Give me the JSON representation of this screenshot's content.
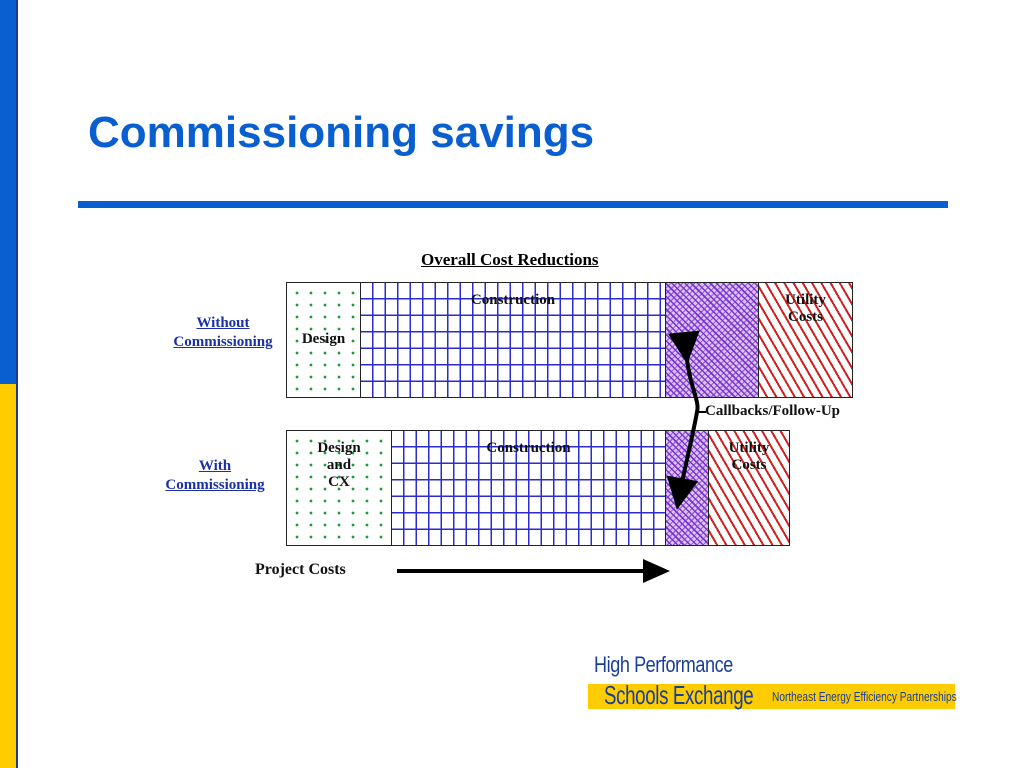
{
  "slide": {
    "title": "Commissioning savings"
  },
  "diagram": {
    "title": "Overall Cost Reductions",
    "rows": [
      {
        "label_lines": [
          "Without",
          "Commissioning"
        ],
        "segments": [
          {
            "name": "design",
            "label_lines": [
              "Design"
            ]
          },
          {
            "name": "construction",
            "label_lines": [
              "Construction"
            ]
          },
          {
            "name": "callbacks",
            "label_lines": []
          },
          {
            "name": "utility",
            "label_lines": [
              "Utility",
              "Costs"
            ]
          }
        ]
      },
      {
        "label_lines": [
          "With",
          "Commissioning"
        ],
        "segments": [
          {
            "name": "design",
            "label_lines": [
              "Design",
              "and",
              "CX"
            ]
          },
          {
            "name": "construction",
            "label_lines": [
              "Construction"
            ]
          },
          {
            "name": "callbacks",
            "label_lines": []
          },
          {
            "name": "utility",
            "label_lines": [
              "Utility",
              "Costs"
            ]
          }
        ]
      }
    ],
    "callout": "Callbacks/Follow-Up",
    "axis_label": "Project Costs"
  },
  "logo": {
    "line1": "High Performance",
    "line2": "Schools Exchange",
    "tagline": "Northeast Energy Efficiency Partnerships"
  },
  "colors": {
    "accent_blue": "#0a5fd0",
    "accent_yellow": "#ffcc00",
    "label_blue": "#1a2fa8"
  }
}
